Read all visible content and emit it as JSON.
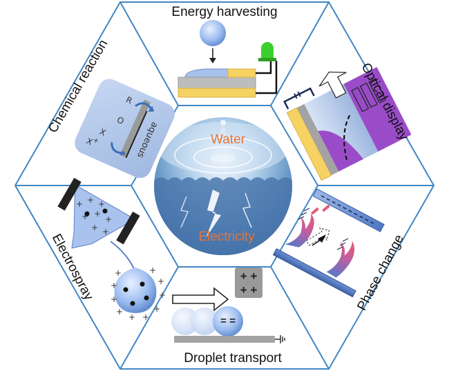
{
  "labels": {
    "top": "Energy harvesting",
    "upper_left": "Chemical reaction",
    "upper_right": "Optical display",
    "lower_left": "Electrospray",
    "lower_right": "Phase change",
    "bottom": "Droplet transport"
  },
  "center": {
    "upper": "Water",
    "lower": "Electricity"
  },
  "chemical_panel": {
    "solvent": "aqueous",
    "species": [
      "R",
      "O",
      "X",
      "X",
      "+"
    ]
  },
  "transport_panel": {
    "charge_box_top": "+ +",
    "charge_box_bottom": "+ +",
    "droplet_charge": "= ="
  },
  "colors": {
    "hex_stroke": "#3f86c4",
    "center_text": "#e4743a",
    "droplet_blue": "#8fb3e6",
    "electrode_gold": "#f6d263",
    "led_green": "#3ad02f",
    "display_purple": "#9a4cc8",
    "hot_pink": "#e15a75"
  }
}
